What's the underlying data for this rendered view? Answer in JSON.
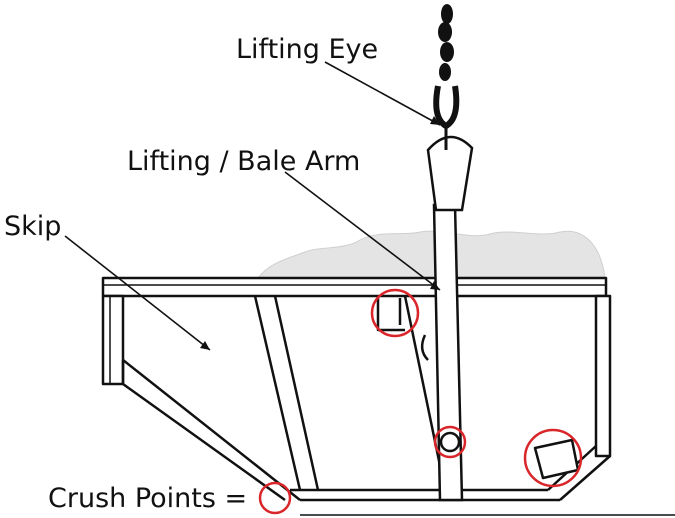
{
  "labels": {
    "lifting_eye": "Lifting Eye",
    "bale_arm": "Lifting / Bale Arm",
    "skip": "Skip",
    "crush_points": "Crush Points ="
  },
  "colors": {
    "outline": "#111111",
    "crush_circle": "#d9262b",
    "waste_fill": "#e4e4e4",
    "background": "#ffffff"
  },
  "icons": {
    "chain": "lifting-chain-icon",
    "hook": "lifting-eye-icon",
    "crush_marker": "red-circle-icon"
  }
}
